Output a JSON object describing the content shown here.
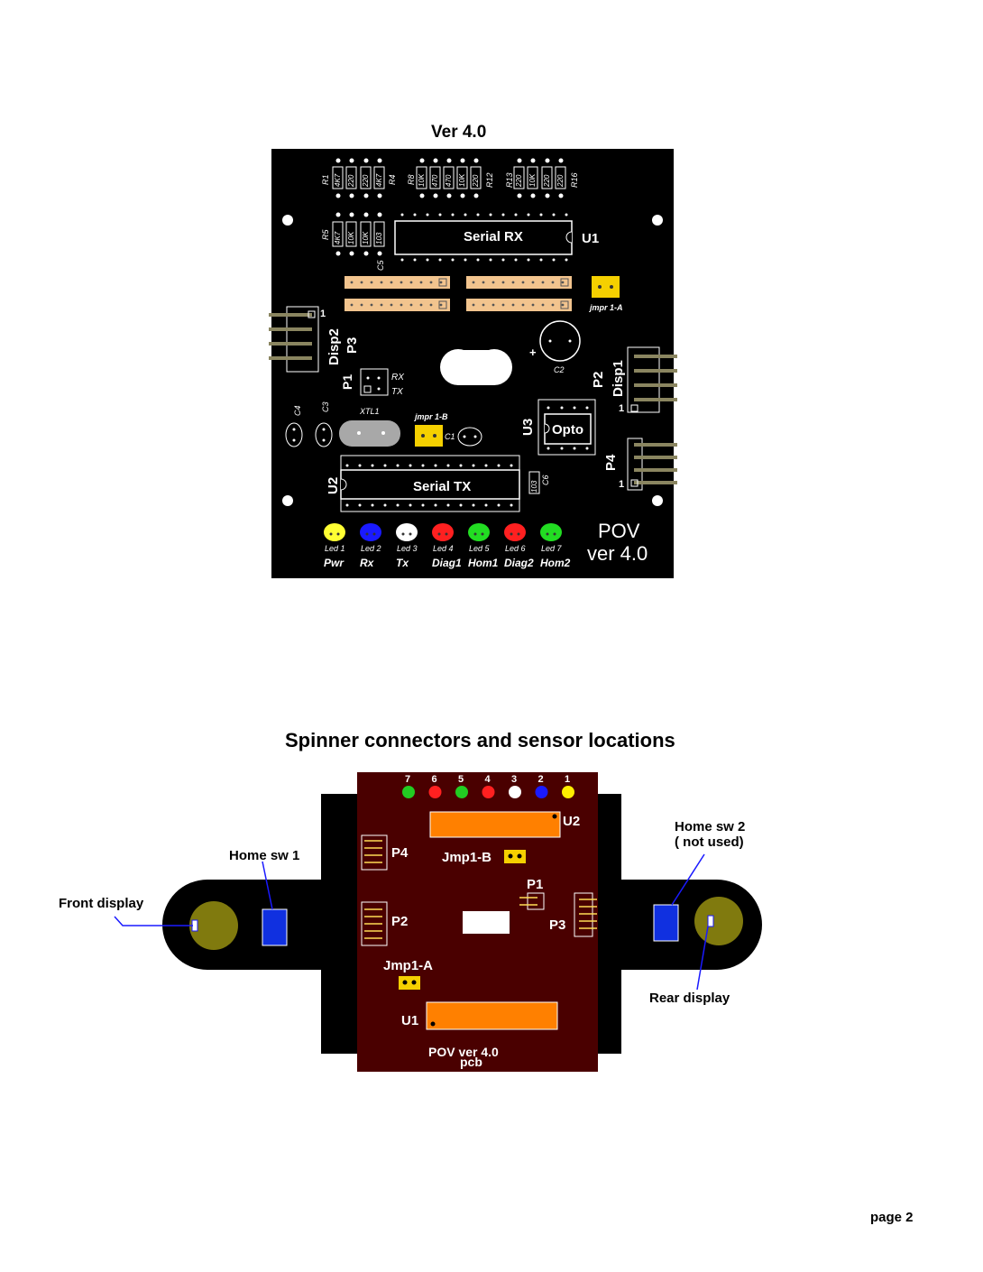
{
  "pcb_top": {
    "title": "Ver 4.0",
    "resistors_row1_labels": [
      "R1",
      "R4",
      "R8",
      "R12",
      "R13",
      "R16",
      "R5",
      "C5"
    ],
    "resistors_group1": [
      "4K7",
      "220",
      "220",
      "4K7"
    ],
    "resistors_group2": [
      "10K",
      "470",
      "470",
      "10K",
      "220"
    ],
    "resistors_group3": [
      "220",
      "10K",
      "220",
      "220"
    ],
    "resistors_group4": [
      "4K7",
      "10K",
      "10K",
      "103"
    ],
    "serial_rx": "Serial RX",
    "serial_tx": "Serial TX",
    "u1": "U1",
    "u2": "U2",
    "u3": "U3",
    "opto": "Opto",
    "jmpr_a": "jmpr 1-A",
    "jmpr_b": "jmpr 1-B",
    "c1": "C1",
    "c2": "C2",
    "c3": "C3",
    "c4": "C4",
    "c6": "C6",
    "c6_val": "103",
    "xtl1": "XTL1",
    "p1": "P1",
    "p1_rx": "RX",
    "p1_tx": "TX",
    "p2": "P2",
    "p3": "P3",
    "p4": "P4",
    "disp1": "Disp1",
    "disp2": "Disp2",
    "pin1": "1",
    "plus": "+",
    "pov": "POV",
    "pov_ver": "ver 4.0",
    "leds": [
      {
        "id": "Led 1",
        "name": "Pwr",
        "color": "#ffff33"
      },
      {
        "id": "Led 2",
        "name": "Rx",
        "color": "#1a1aff"
      },
      {
        "id": "Led 3",
        "name": "Tx",
        "color": "#ffffff"
      },
      {
        "id": "Led 4",
        "name": "Diag1",
        "color": "#ff2020"
      },
      {
        "id": "Led 5",
        "name": "Hom1",
        "color": "#22dd22"
      },
      {
        "id": "Led 6",
        "name": "Diag2",
        "color": "#ff2020"
      },
      {
        "id": "Led 7",
        "name": "Hom2",
        "color": "#22dd22"
      }
    ]
  },
  "spinner": {
    "title": "Spinner connectors and sensor locations",
    "led_numbers": [
      "7",
      "6",
      "5",
      "4",
      "3",
      "2",
      "1"
    ],
    "led_colors": [
      "#22cc22",
      "#ff2020",
      "#22cc22",
      "#ff2020",
      "#ffffff",
      "#1a1aff",
      "#ffee00"
    ],
    "u1": "U1",
    "u2": "U2",
    "p1": "P1",
    "p2": "P2",
    "p3": "P3",
    "p4": "P4",
    "jmp1_a": "Jmp1-A",
    "jmp1_b": "Jmp1-B",
    "pcb_label_line1": "POV ver 4.0",
    "pcb_label_line2": "pcb",
    "home_sw1": "Home sw 1",
    "home_sw2_line1": "Home sw 2",
    "home_sw2_line2": "( not used)",
    "front_display": "Front display",
    "rear_display": "Rear display"
  },
  "footer": {
    "page": "page 2"
  }
}
